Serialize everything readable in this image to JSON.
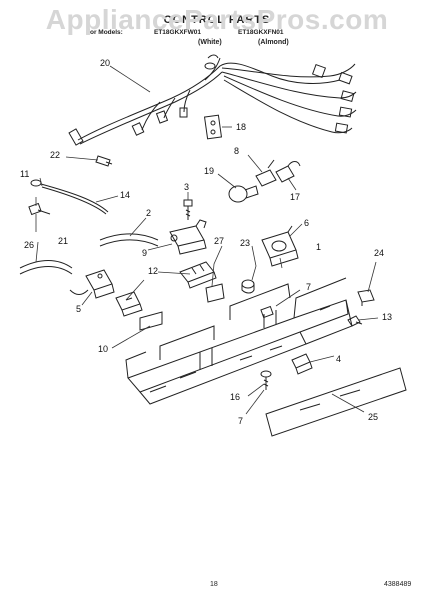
{
  "watermark": "AppliancePartsPros.com",
  "header": {
    "title": "CONTROL PARTS",
    "for_label": "For Models:",
    "model_1": "ET18GKXFW01",
    "model_2": "ET18GKXFN01",
    "color_1": "(White)",
    "color_2": "(Almond)"
  },
  "callouts": {
    "c1": "1",
    "c2": "2",
    "c3": "3",
    "c4": "4",
    "c5": "5",
    "c6": "6",
    "c7a": "7",
    "c7b": "7",
    "c8": "8",
    "c9": "9",
    "c10": "10",
    "c11": "11",
    "c12": "12",
    "c13": "13",
    "c14": "14",
    "c16": "16",
    "c17": "17",
    "c18": "18",
    "c19": "19",
    "c20": "20",
    "c21": "21",
    "c22": "22",
    "c23": "23",
    "c24": "24",
    "c25": "25",
    "c26": "26",
    "c27": "27"
  },
  "footer": {
    "page_number": "18",
    "document_number": "4388489"
  }
}
